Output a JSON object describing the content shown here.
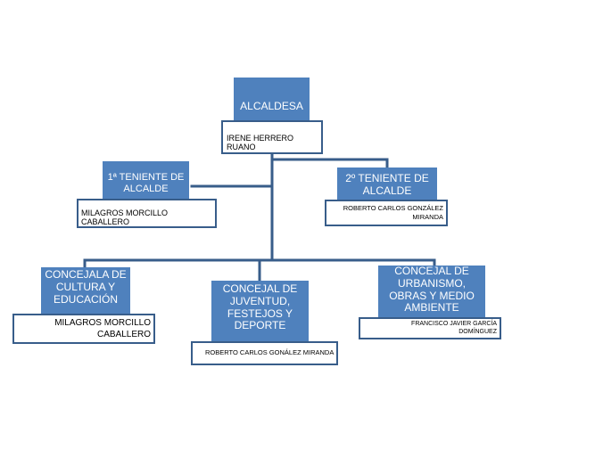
{
  "colors": {
    "title_fill": "#4f81bd",
    "name_border": "#385d8a",
    "connector": "#385d8a"
  },
  "nodes": {
    "alcaldesa": {
      "title": "ALCALDESA",
      "name": "IRENE HERRERO RUANO"
    },
    "teniente1": {
      "title": "1ª TENIENTE  DE ALCALDE",
      "name": "MILAGROS MORCILLO CABALLERO"
    },
    "teniente2": {
      "title": "2º TENIENTE DE ALCALDE",
      "name": "ROBERTO  CARLOS GONZÁLEZ MIRANDA"
    },
    "cultura": {
      "title": "CONCEJALA DE CULTURA Y EDUCACIÓN",
      "name": "MILAGROS MORCILLO CABALLERO"
    },
    "juventud": {
      "title": "CONCEJAL DE JUVENTUD, FESTEJOS Y DEPORTE",
      "name": "ROBERTO  CARLOS GONÁLEZ MIRANDA"
    },
    "urbanismo": {
      "title": "CONCEJAL DE URBANISMO, OBRAS Y MEDIO AMBIENTE",
      "name": "FRANCISCO  JAVIER GARCÍA DOMÍNGUEZ"
    }
  }
}
